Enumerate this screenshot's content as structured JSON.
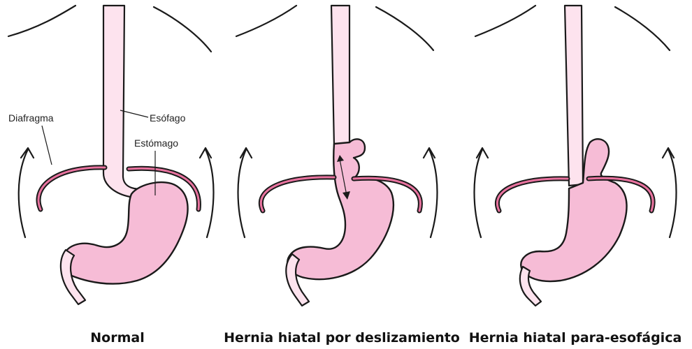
{
  "captions": {
    "normal": "Normal",
    "sliding": "Hernia hiatal por deslizamiento",
    "paraesophageal": "Hernia hiatal para-esofágica"
  },
  "labels": {
    "diaphragm": "Diafragma",
    "esophagus": "Esófago",
    "stomach": "Estómago"
  },
  "colors": {
    "organ_fill": "#f6bcd6",
    "esophagus_fill": "#fde3ee",
    "diaphragm_stroke": "#e9739f",
    "outline": "#1a1a1a"
  }
}
